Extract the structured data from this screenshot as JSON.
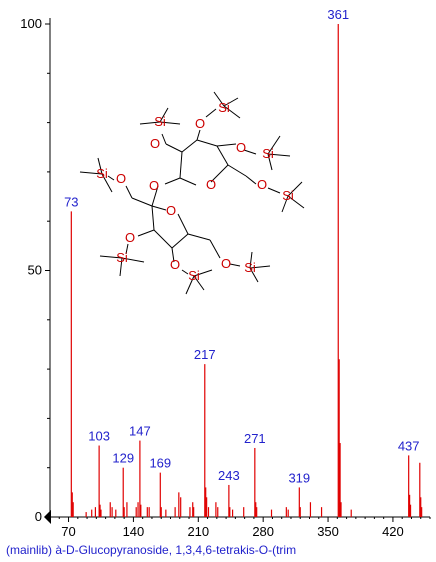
{
  "caption": "(mainlib) à-D-Glucopyranoside, 1,3,4,6-tetrakis-O-(trim",
  "colors": {
    "peaks": "#e00000",
    "labels": "#2222cc",
    "axis": "#000000",
    "structure_atoms": "#cc0000"
  },
  "structure": {
    "atoms": {
      "oxygen": "O",
      "silicon": "Si"
    }
  },
  "chart_data": {
    "type": "bar",
    "xlim": [
      50,
      460
    ],
    "ylim": [
      0,
      100
    ],
    "x_ticks": [
      70,
      140,
      210,
      280,
      350,
      420
    ],
    "y_ticks": [
      0,
      50,
      100
    ],
    "peaks": [
      [
        73,
        62
      ],
      [
        74,
        5
      ],
      [
        75,
        3
      ],
      [
        89,
        1
      ],
      [
        95,
        1.5
      ],
      [
        99,
        2
      ],
      [
        103,
        14.5
      ],
      [
        104,
        2.5
      ],
      [
        105,
        1.5
      ],
      [
        115,
        3
      ],
      [
        117,
        2
      ],
      [
        121,
        1.5
      ],
      [
        129,
        10
      ],
      [
        130,
        2
      ],
      [
        133,
        3
      ],
      [
        143,
        2
      ],
      [
        145,
        3
      ],
      [
        147,
        15.5
      ],
      [
        148,
        2.5
      ],
      [
        155,
        2
      ],
      [
        157,
        2
      ],
      [
        169,
        9
      ],
      [
        170,
        2
      ],
      [
        175,
        1.5
      ],
      [
        185,
        2
      ],
      [
        189,
        5
      ],
      [
        191,
        4
      ],
      [
        201,
        2
      ],
      [
        204,
        3
      ],
      [
        205,
        2
      ],
      [
        217,
        31
      ],
      [
        218,
        6
      ],
      [
        219,
        4
      ],
      [
        221,
        2
      ],
      [
        229,
        3
      ],
      [
        231,
        2
      ],
      [
        243,
        6.5
      ],
      [
        244,
        2
      ],
      [
        247,
        1.5
      ],
      [
        259,
        2
      ],
      [
        271,
        14
      ],
      [
        272,
        3
      ],
      [
        273,
        2
      ],
      [
        289,
        1.5
      ],
      [
        305,
        2
      ],
      [
        307,
        1.5
      ],
      [
        319,
        6
      ],
      [
        320,
        2
      ],
      [
        331,
        3
      ],
      [
        343,
        2
      ],
      [
        361,
        100
      ],
      [
        362,
        32
      ],
      [
        363,
        15
      ],
      [
        364,
        3
      ],
      [
        375,
        1.5
      ],
      [
        437,
        12.5
      ],
      [
        438,
        4.5
      ],
      [
        439,
        2.5
      ],
      [
        449,
        11
      ],
      [
        450,
        4
      ],
      [
        451,
        2
      ]
    ],
    "labeled_peaks": [
      {
        "x": 73,
        "y": 62,
        "label": "73"
      },
      {
        "x": 103,
        "y": 14.5,
        "label": "103"
      },
      {
        "x": 129,
        "y": 10,
        "label": "129"
      },
      {
        "x": 147,
        "y": 15.5,
        "label": "147"
      },
      {
        "x": 169,
        "y": 9,
        "label": "169"
      },
      {
        "x": 217,
        "y": 31,
        "label": "217"
      },
      {
        "x": 243,
        "y": 6.5,
        "label": "243"
      },
      {
        "x": 271,
        "y": 14,
        "label": "271"
      },
      {
        "x": 319,
        "y": 6,
        "label": "319"
      },
      {
        "x": 361,
        "y": 100,
        "label": "361"
      },
      {
        "x": 437,
        "y": 12.5,
        "label": "437"
      }
    ]
  }
}
